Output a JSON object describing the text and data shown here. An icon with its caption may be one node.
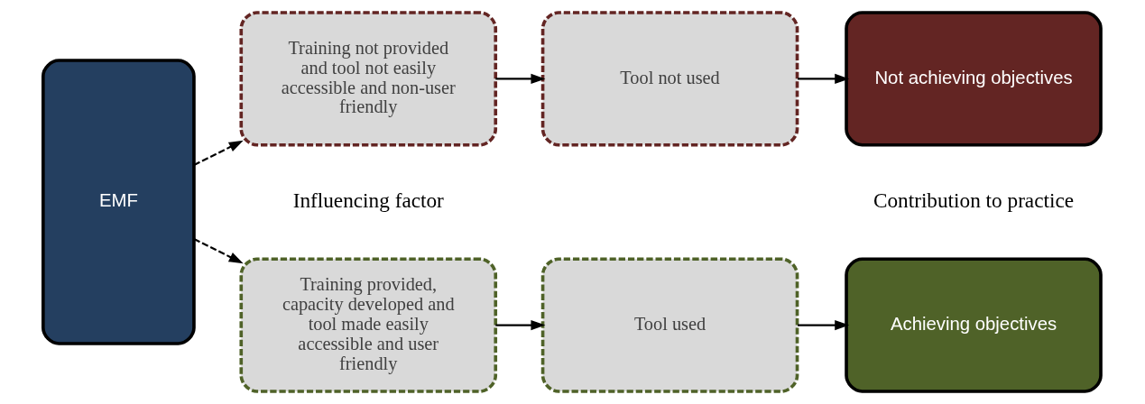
{
  "diagram": {
    "nodes": [
      {
        "text": [
          "EMF"
        ]
      },
      {
        "text": [
          "Training provided, capacity developed and tool made easily accessible and user friendly"
        ]
      },
      {
        "text": [
          "Tool used"
        ]
      },
      {
        "text": [
          "Achieving objectives"
        ]
      },
      {
        "text": [
          "Training not provided and tool not easily accessible and non-user friendly"
        ]
      },
      {
        "text": [
          "Tool not used"
        ]
      },
      {
        "text": [
          "Not achieving objectives"
        ]
      }
    ],
    "edges": [
      {
        "from": 0,
        "to": 1,
        "arrow": "to",
        "style": "dashed"
      },
      {
        "from": 0,
        "to": 4,
        "arrow": "to",
        "style": "dashed"
      },
      {
        "from": 1,
        "to": 2,
        "arrow": "to"
      },
      {
        "from": 2,
        "to": 3,
        "arrow": "to"
      },
      {
        "from": 4,
        "to": 5,
        "arrow": "to"
      },
      {
        "from": 5,
        "to": 6,
        "arrow": "to"
      }
    ],
    "labels": [
      "Influencing factor",
      "Contribution to practice"
    ]
  }
}
